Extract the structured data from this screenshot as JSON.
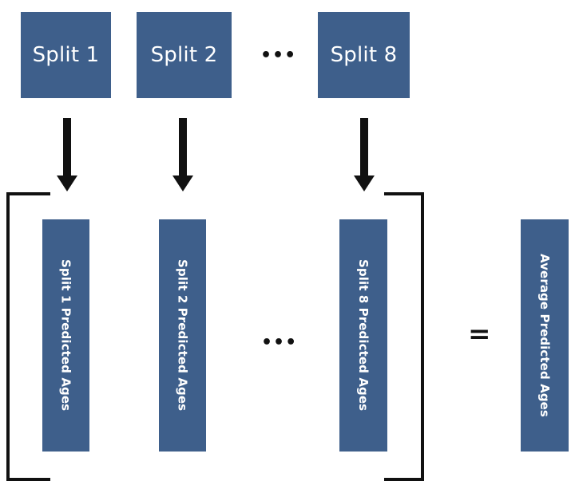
{
  "diagram": {
    "splits": [
      "Split 1",
      "Split 2",
      "Split 8"
    ],
    "split_ellipsis": "•••",
    "predictions": [
      "Split 1 Predicted Ages",
      "Split 2 Predicted Ages",
      "Split 8 Predicted Ages"
    ],
    "prediction_ellipsis": "•••",
    "equals": "=",
    "result": "Average Predicted Ages"
  },
  "colors": {
    "box_fill": "#3e5f8b",
    "box_text": "#ffffff",
    "arrows_and_brackets": "#111111"
  }
}
